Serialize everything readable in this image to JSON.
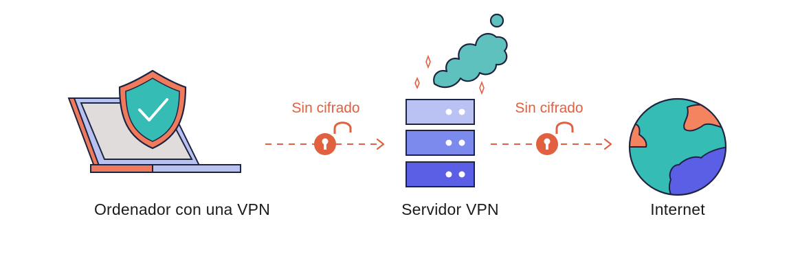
{
  "nodes": {
    "computer": {
      "label": "Ordenador con una VPN",
      "icon": "laptop-shield-icon"
    },
    "server": {
      "label": "Servidor VPN",
      "icon": "server-icon"
    },
    "internet": {
      "label": "Internet",
      "icon": "globe-icon"
    }
  },
  "links": [
    {
      "from": "computer",
      "to": "server",
      "label": "Sin cifrado",
      "icon": "unlocked-padlock-icon"
    },
    {
      "from": "server",
      "to": "internet",
      "label": "Sin cifrado",
      "icon": "unlocked-padlock-icon"
    }
  ],
  "colors": {
    "accent": "#e0603f",
    "outline": "#1e2340",
    "teal": "#35bdb5",
    "laptop_screen": "#e0dcdc",
    "laptop_frame": "#b8c2f0",
    "laptop_accent": "#f07a5c",
    "server_top": "#b9c2f3",
    "server_mid": "#7c8aed",
    "server_bottom": "#5b5fe6",
    "globe_ocean": "#35bdb5",
    "globe_land_orange": "#f4845f",
    "globe_land_blue": "#5b5fe6",
    "cloud": "#5fc1bd",
    "text": "#1b1b1b"
  }
}
